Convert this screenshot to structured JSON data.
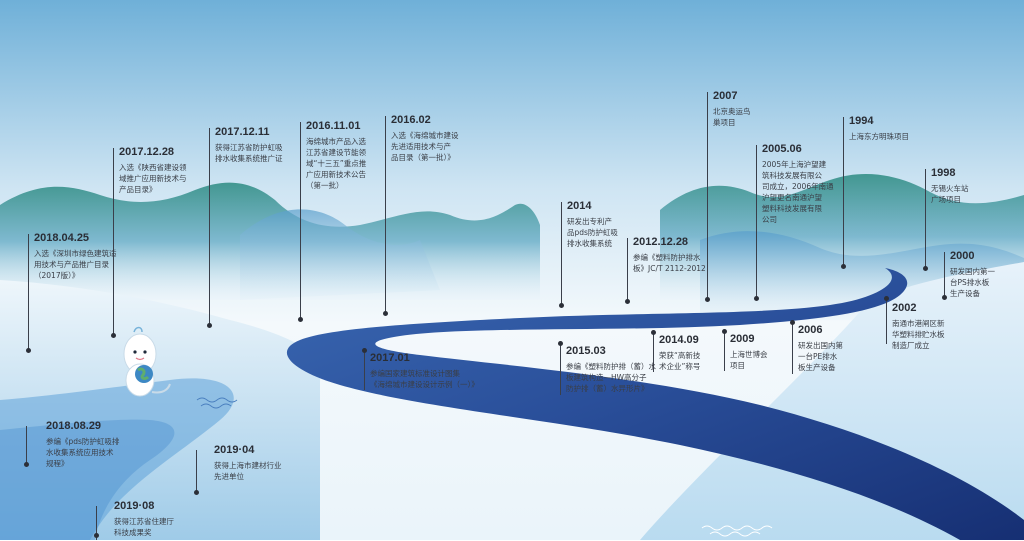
{
  "milestones": [
    {
      "id": "2018-04-25",
      "year": "2018.04.25",
      "text": "入选《深圳市绿色建筑适\n用技术与产品推广目录\n（2017版）》"
    },
    {
      "id": "2017-12-28",
      "year": "2017.12.28",
      "text": "入选《陕西省建设领\n域推广应用新技术与\n产品目录》"
    },
    {
      "id": "2017-12-11",
      "year": "2017.12.11",
      "text": "获得江苏省防护虹吸\n排水收集系统推广证"
    },
    {
      "id": "2016-11-01",
      "year": "2016.11.01",
      "text": "海绵城市产品入选\n江苏省建设节能领\n域“十三五”重点推\n广应用新技术公告\n（第一批）"
    },
    {
      "id": "2016-02",
      "year": "2016.02",
      "text": "入选《海绵城市建设\n先进适用技术与产\n品目录（第一批）》"
    },
    {
      "id": "2014",
      "year": "2014",
      "text": "研发出专利产\n品pds防护虹吸\n排水收集系统"
    },
    {
      "id": "2012-12-28",
      "year": "2012.12.28",
      "text": "参编《塑料防护排水\n板》JC/T 2112-2012"
    },
    {
      "id": "2007",
      "year": "2007",
      "text": "北京奥运鸟\n巢项目"
    },
    {
      "id": "2005-06",
      "year": "2005.06",
      "text": "2005年上海沪望建\n筑科技发展有限公\n司成立，2006年南通\n沪望更名南通沪望\n塑料科技发展有限\n公司"
    },
    {
      "id": "1994",
      "year": "1994",
      "text": "上海东方明珠项目"
    },
    {
      "id": "1998",
      "year": "1998",
      "text": "无锡火车站\n广场项目"
    },
    {
      "id": "2000",
      "year": "2000",
      "text": "研发国内第一\n台PS排水板\n生产设备"
    },
    {
      "id": "2002",
      "year": "2002",
      "text": "南通市港闸区新\n华塑料排贮水板\n制造厂成立"
    },
    {
      "id": "2006",
      "year": "2006",
      "text": "研发出国内第\n一台PE排水\n板生产设备"
    },
    {
      "id": "2009",
      "year": "2009",
      "text": "上海世博会\n项目"
    },
    {
      "id": "2014-09",
      "year": "2014.09",
      "text": "荣获“高新技\n术企业”称号"
    },
    {
      "id": "2015-03",
      "year": "2015.03",
      "text": "参编《塑料防护排（蓄）水\n板建筑构造—HW高分子\n防护排（蓄）水异形片》"
    },
    {
      "id": "2017-01",
      "year": "2017.01",
      "text": "参编国家建筑标准设计图集\n《海绵城市建设设计示例（一）》"
    },
    {
      "id": "2018-08-29",
      "year": "2018.08.29",
      "text": "参编《pds防护虹吸排\n水收集系统应用技术\n规程》"
    },
    {
      "id": "2019-04",
      "year": "2019·04",
      "text": "获得上海市建材行业\n先进单位"
    },
    {
      "id": "2019-08",
      "year": "2019·08",
      "text": "获得江苏省住建厅\n科技成果奖"
    }
  ],
  "colors": {
    "sky_top": "#7cb8dc",
    "sky_bottom": "#f2f8fc",
    "mountain_green": "#2e8a84",
    "mountain_blue": "#6aa9cf",
    "river_dark": "#1e3a82",
    "river_mid": "#3f6bb5",
    "land_light": "#d9ecf8"
  },
  "icons": {
    "mascot": "whale-holding-globe-icon",
    "water_ripple": "wave-icon"
  }
}
